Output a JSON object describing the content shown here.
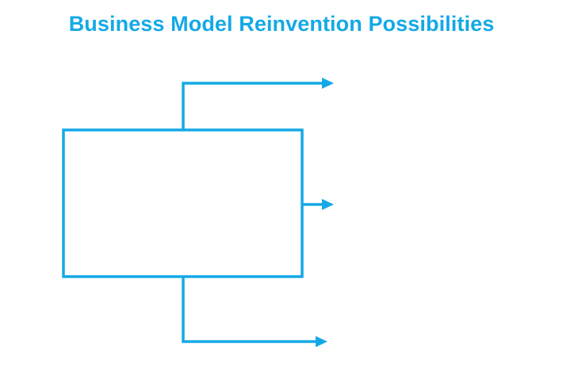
{
  "title": "Business Model Reinvention Possibilities",
  "colors": {
    "accent": "#14A9E6",
    "background": "#FFFFFF"
  },
  "diagram": {
    "box_label": "",
    "arrows": [
      {
        "name": "upper-arrow",
        "label": ""
      },
      {
        "name": "middle-arrow",
        "label": ""
      },
      {
        "name": "lower-arrow",
        "label": ""
      }
    ]
  }
}
